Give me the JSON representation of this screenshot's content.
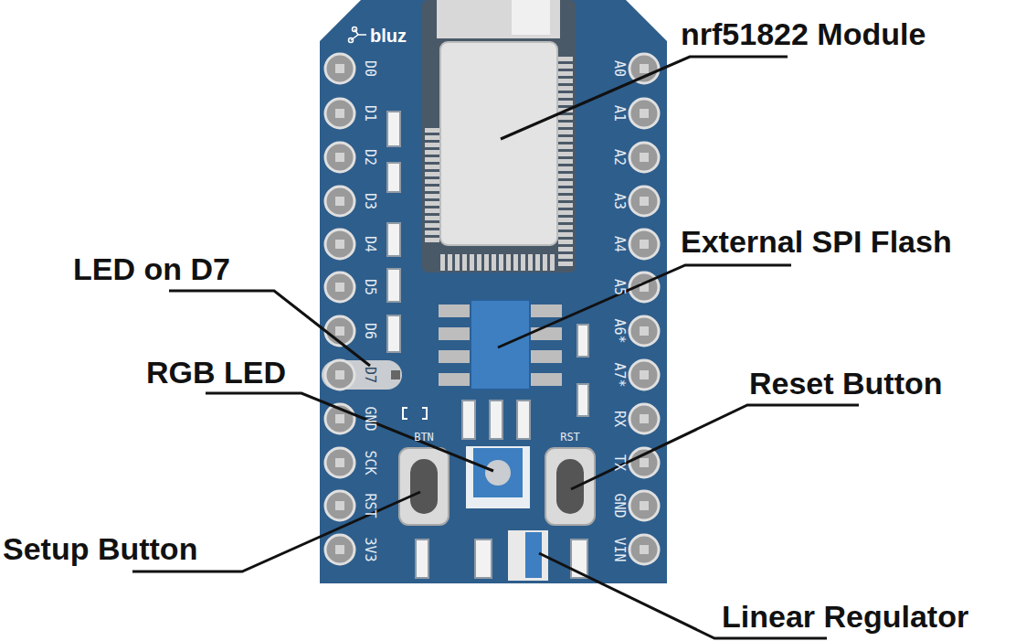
{
  "diagram": {
    "labels": [
      "bluz",
      "D0",
      "D1",
      "D2",
      "D3",
      "D4",
      "D5",
      "D6",
      "D7",
      "GND",
      "SCK",
      "RST",
      "3V3",
      "A0",
      "A1",
      "A2",
      "A3",
      "A4",
      "A5",
      "A6*",
      "A7*",
      "RX",
      "TX",
      "GND",
      "VIN",
      "BTN",
      "RST",
      "nrf51822 Module",
      "LED on D7",
      "External SPI Flash",
      "RGB LED",
      "Reset Button",
      "Setup Button",
      "Linear Regulator"
    ]
  }
}
